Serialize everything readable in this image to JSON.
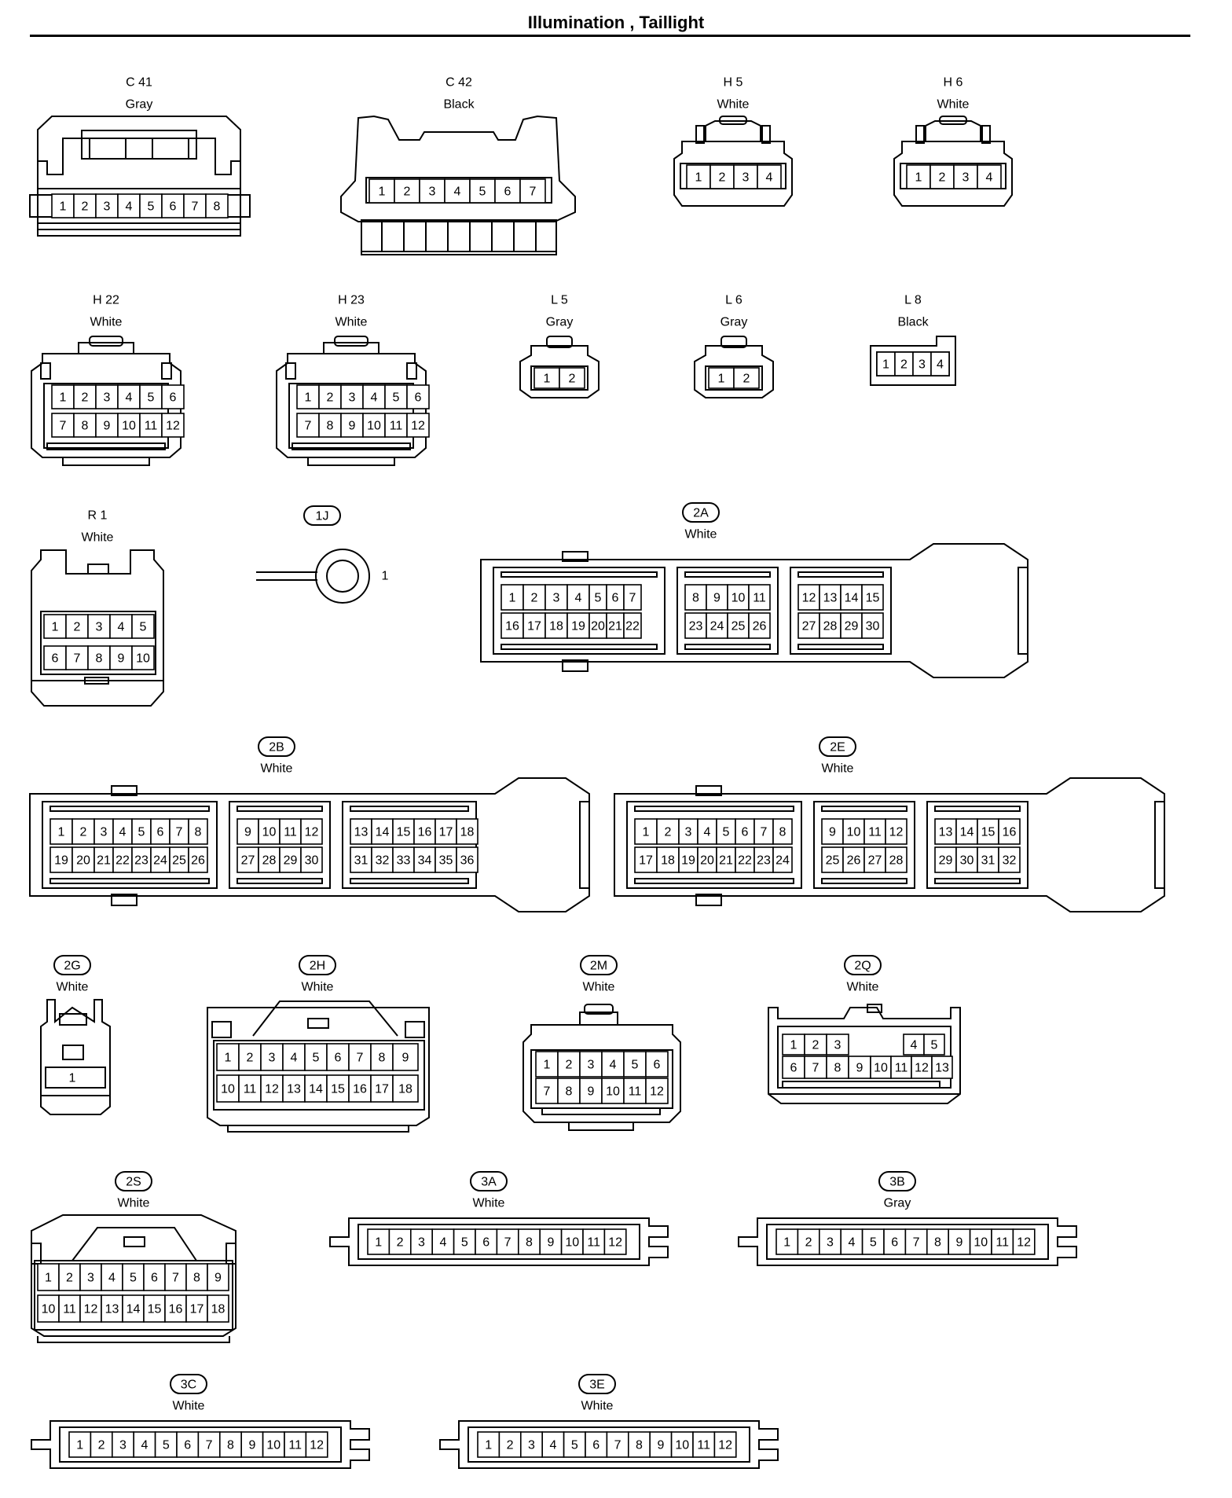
{
  "title": "Illumination , Taillight",
  "connectors": [
    {
      "id": "C41",
      "code": "C 41",
      "color": "Gray",
      "oval": false,
      "rows": [
        [
          "1",
          "2",
          "3",
          "4",
          "5",
          "6",
          "7",
          "8"
        ]
      ]
    },
    {
      "id": "C42",
      "code": "C 42",
      "color": "Black",
      "oval": false,
      "rows": [
        [
          "1",
          "2",
          "3",
          "4",
          "5",
          "6",
          "7"
        ]
      ]
    },
    {
      "id": "H5",
      "code": "H 5",
      "color": "White",
      "oval": false,
      "rows": [
        [
          "1",
          "2",
          "3",
          "4"
        ]
      ]
    },
    {
      "id": "H6",
      "code": "H 6",
      "color": "White",
      "oval": false,
      "rows": [
        [
          "1",
          "2",
          "3",
          "4"
        ]
      ]
    },
    {
      "id": "H22",
      "code": "H 22",
      "color": "White",
      "oval": false,
      "rows": [
        [
          "1",
          "2",
          "3",
          "4",
          "5",
          "6"
        ],
        [
          "7",
          "8",
          "9",
          "10",
          "11",
          "12"
        ]
      ]
    },
    {
      "id": "H23",
      "code": "H 23",
      "color": "White",
      "oval": false,
      "rows": [
        [
          "1",
          "2",
          "3",
          "4",
          "5",
          "6"
        ],
        [
          "7",
          "8",
          "9",
          "10",
          "11",
          "12"
        ]
      ]
    },
    {
      "id": "L5",
      "code": "L 5",
      "color": "Gray",
      "oval": false,
      "rows": [
        [
          "1",
          "2"
        ]
      ]
    },
    {
      "id": "L6",
      "code": "L 6",
      "color": "Gray",
      "oval": false,
      "rows": [
        [
          "1",
          "2"
        ]
      ]
    },
    {
      "id": "L8",
      "code": "L 8",
      "color": "Black",
      "oval": false,
      "rows": [
        [
          "1",
          "2",
          "3",
          "4"
        ]
      ]
    },
    {
      "id": "R1",
      "code": "R 1",
      "color": "White",
      "oval": false,
      "rows": [
        [
          "1",
          "2",
          "3",
          "4",
          "5"
        ],
        [
          "6",
          "7",
          "8",
          "9",
          "10"
        ]
      ]
    },
    {
      "id": "1J",
      "code": "1J",
      "color": "",
      "oval": true,
      "rows": [
        [
          "1"
        ]
      ]
    },
    {
      "id": "2A",
      "code": "2A",
      "color": "White",
      "oval": true,
      "groups": [
        [
          [
            "1",
            "2",
            "3",
            "4",
            "5",
            "6",
            "7"
          ],
          [
            "16",
            "17",
            "18",
            "19",
            "20",
            "21",
            "22"
          ]
        ],
        [
          [
            "8",
            "9",
            "10",
            "11"
          ],
          [
            "23",
            "24",
            "25",
            "26"
          ]
        ],
        [
          [
            "12",
            "13",
            "14",
            "15"
          ],
          [
            "27",
            "28",
            "29",
            "30"
          ]
        ]
      ]
    },
    {
      "id": "2B",
      "code": "2B",
      "color": "White",
      "oval": true,
      "groups": [
        [
          [
            "1",
            "2",
            "3",
            "4",
            "5",
            "6",
            "7",
            "8"
          ],
          [
            "19",
            "20",
            "21",
            "22",
            "23",
            "24",
            "25",
            "26"
          ]
        ],
        [
          [
            "9",
            "10",
            "11",
            "12"
          ],
          [
            "27",
            "28",
            "29",
            "30"
          ]
        ],
        [
          [
            "13",
            "14",
            "15",
            "16",
            "17",
            "18"
          ],
          [
            "31",
            "32",
            "33",
            "34",
            "35",
            "36"
          ]
        ]
      ]
    },
    {
      "id": "2E",
      "code": "2E",
      "color": "White",
      "oval": true,
      "groups": [
        [
          [
            "1",
            "2",
            "3",
            "4",
            "5",
            "6",
            "7",
            "8"
          ],
          [
            "17",
            "18",
            "19",
            "20",
            "21",
            "22",
            "23",
            "24"
          ]
        ],
        [
          [
            "9",
            "10",
            "11",
            "12"
          ],
          [
            "25",
            "26",
            "27",
            "28"
          ]
        ],
        [
          [
            "13",
            "14",
            "15",
            "16"
          ],
          [
            "29",
            "30",
            "31",
            "32"
          ]
        ]
      ]
    },
    {
      "id": "2G",
      "code": "2G",
      "color": "White",
      "oval": true,
      "rows": [
        [
          "1"
        ]
      ]
    },
    {
      "id": "2H",
      "code": "2H",
      "color": "White",
      "oval": true,
      "rows": [
        [
          "1",
          "2",
          "3",
          "4",
          "5",
          "6",
          "7",
          "8",
          "9"
        ],
        [
          "10",
          "11",
          "12",
          "13",
          "14",
          "15",
          "16",
          "17",
          "18"
        ]
      ]
    },
    {
      "id": "2M",
      "code": "2M",
      "color": "White",
      "oval": true,
      "rows": [
        [
          "1",
          "2",
          "3",
          "4",
          "5",
          "6"
        ],
        [
          "7",
          "8",
          "9",
          "10",
          "11",
          "12"
        ]
      ]
    },
    {
      "id": "2Q",
      "code": "2Q",
      "color": "White",
      "oval": true,
      "rows": [
        [
          "1",
          "2",
          "3",
          "4",
          "5"
        ],
        [
          "6",
          "7",
          "8",
          "9",
          "10",
          "11",
          "12",
          "13"
        ]
      ]
    },
    {
      "id": "2S",
      "code": "2S",
      "color": "White",
      "oval": true,
      "rows": [
        [
          "1",
          "2",
          "3",
          "4",
          "5",
          "6",
          "7",
          "8",
          "9"
        ],
        [
          "10",
          "11",
          "12",
          "13",
          "14",
          "15",
          "16",
          "17",
          "18"
        ]
      ]
    },
    {
      "id": "3A",
      "code": "3A",
      "color": "White",
      "oval": true,
      "rows": [
        [
          "1",
          "2",
          "3",
          "4",
          "5",
          "6",
          "7",
          "8",
          "9",
          "10",
          "11",
          "12"
        ]
      ]
    },
    {
      "id": "3B",
      "code": "3B",
      "color": "Gray",
      "oval": true,
      "rows": [
        [
          "1",
          "2",
          "3",
          "4",
          "5",
          "6",
          "7",
          "8",
          "9",
          "10",
          "11",
          "12"
        ]
      ]
    },
    {
      "id": "3C",
      "code": "3C",
      "color": "White",
      "oval": true,
      "rows": [
        [
          "1",
          "2",
          "3",
          "4",
          "5",
          "6",
          "7",
          "8",
          "9",
          "10",
          "11",
          "12"
        ]
      ]
    },
    {
      "id": "3E",
      "code": "3E",
      "color": "White",
      "oval": true,
      "rows": [
        [
          "1",
          "2",
          "3",
          "4",
          "5",
          "6",
          "7",
          "8",
          "9",
          "10",
          "11",
          "12"
        ]
      ]
    }
  ]
}
